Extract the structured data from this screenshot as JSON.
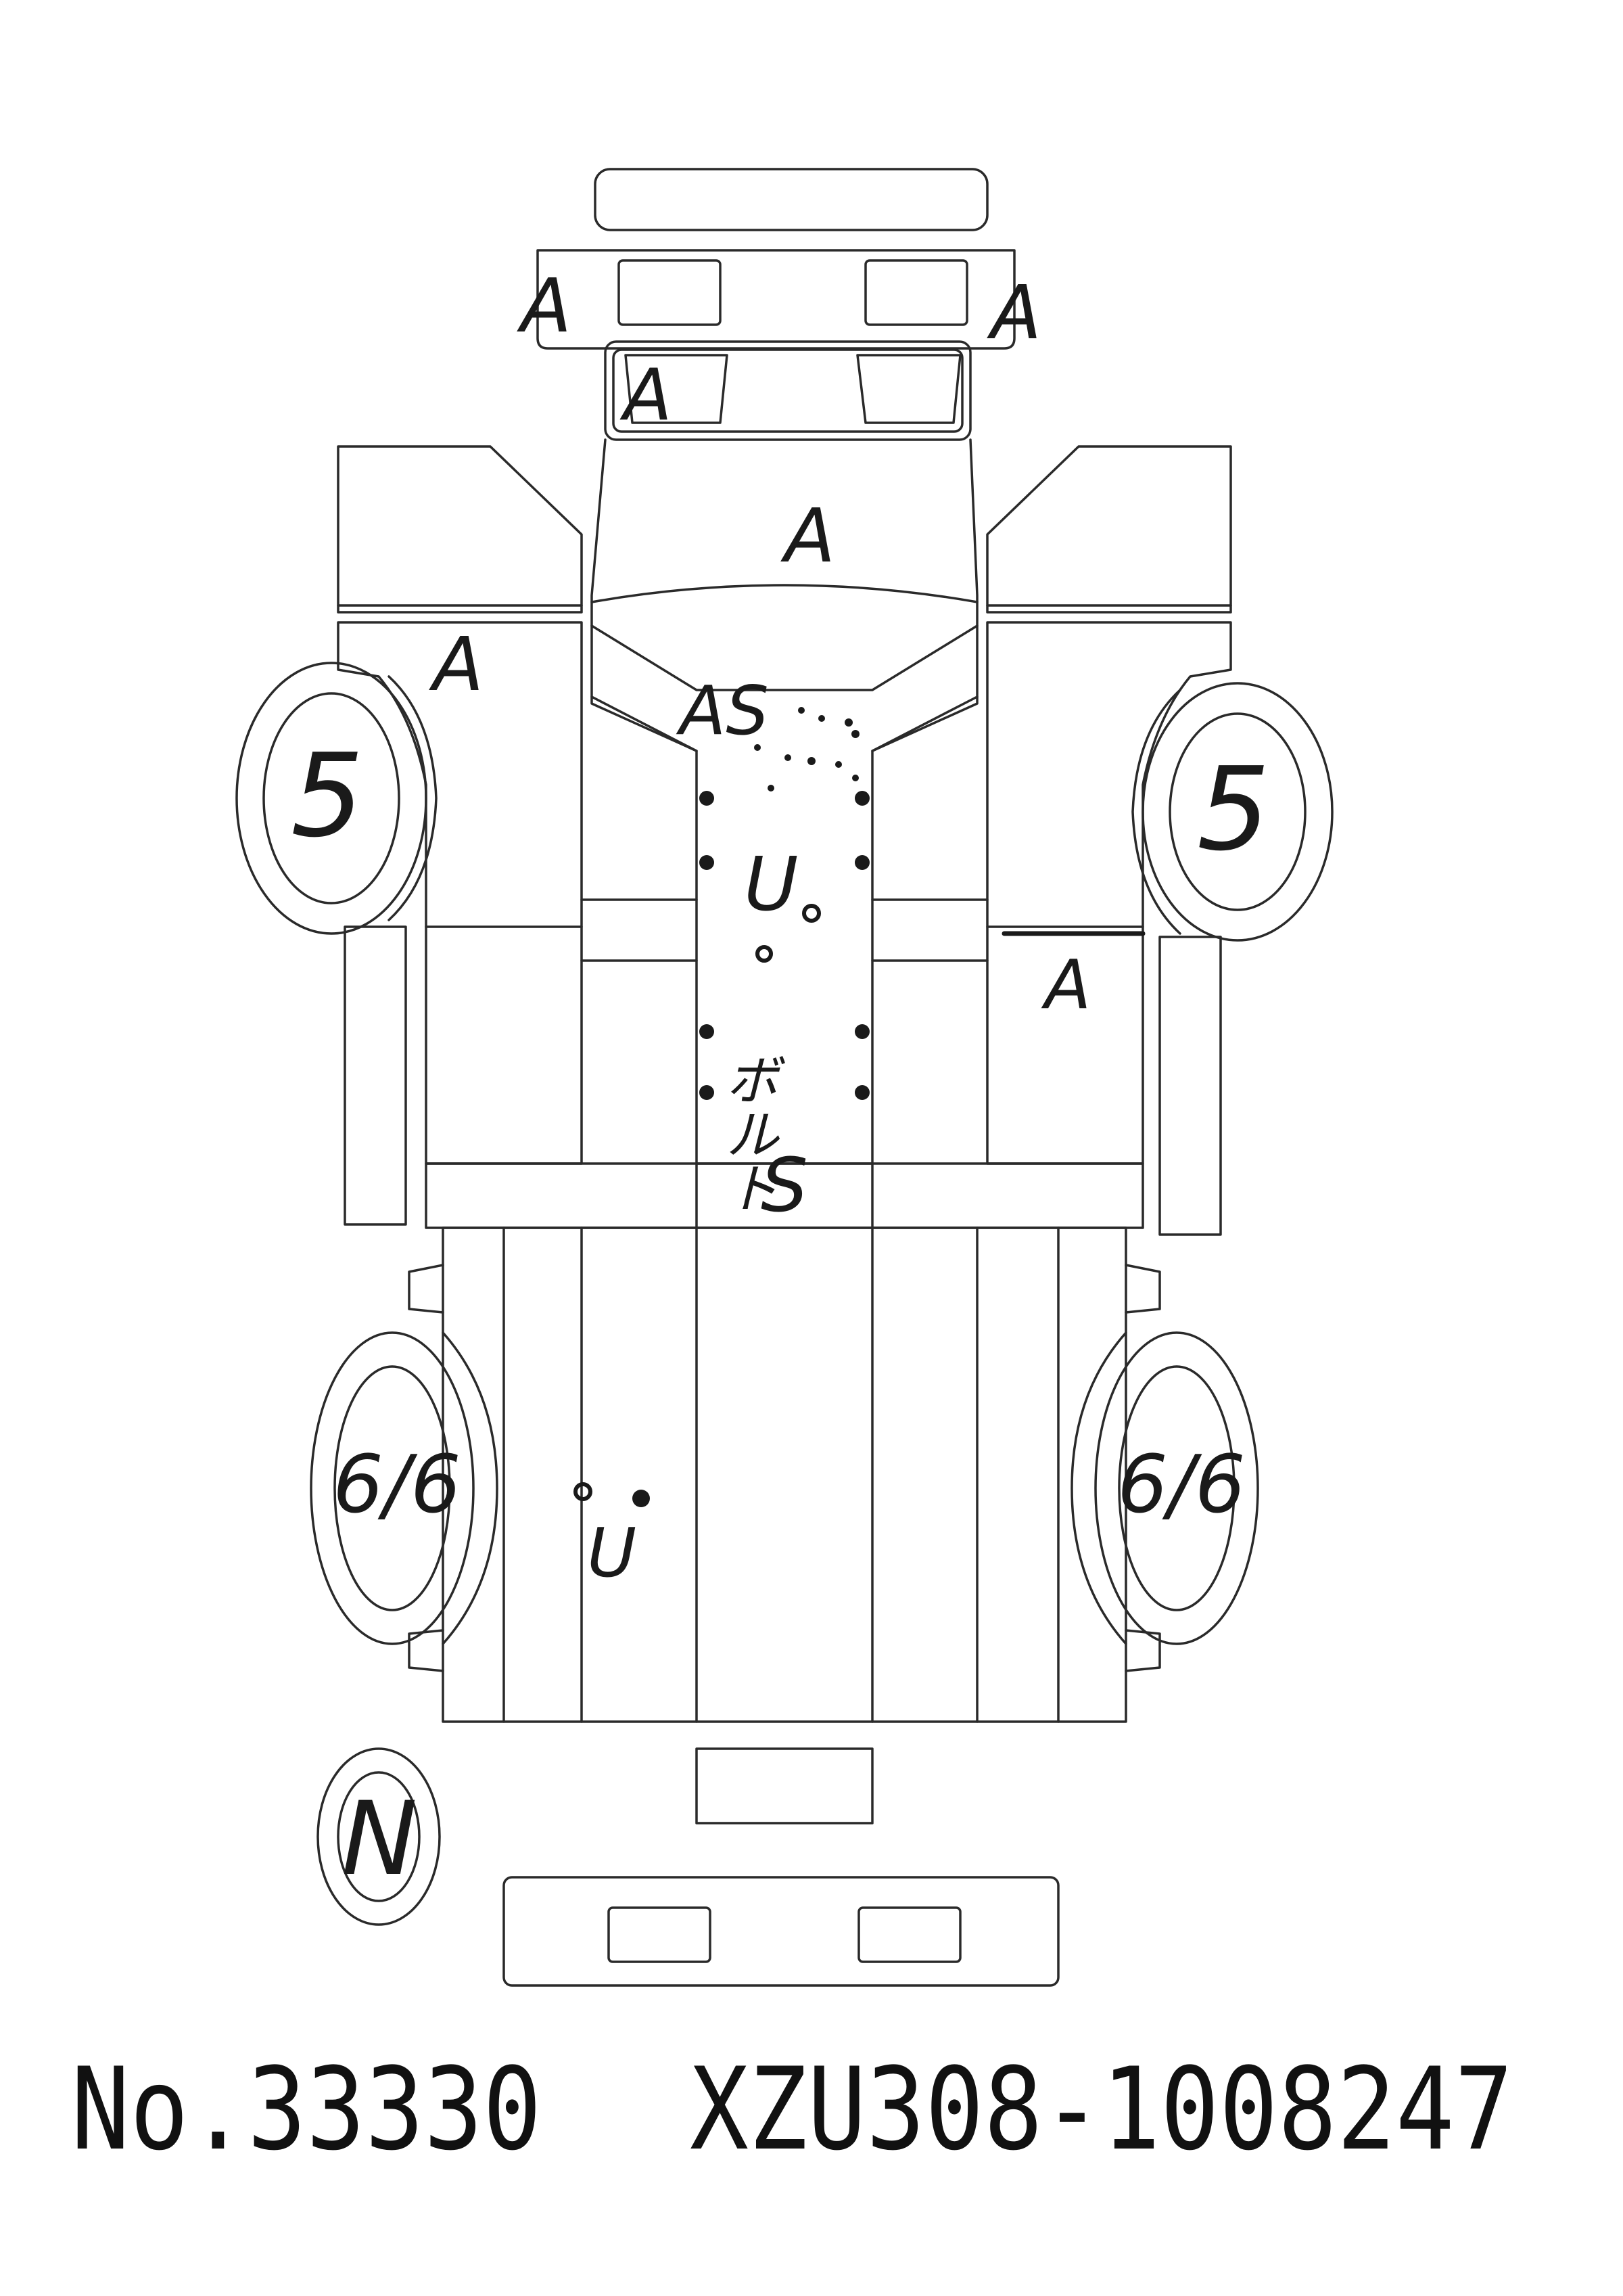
{
  "sheet": {
    "inspection_number": "No.33330",
    "chassis_number": "XZU308-1008247"
  },
  "annotations": {
    "grade_front_left": "A",
    "grade_front_right": "A",
    "grade_headlamp": "A",
    "grade_windshield": "A",
    "grade_left_door": "A",
    "grade_as": "AS",
    "grade_right_step": "A",
    "tire_front_left": "5",
    "tire_front_right": "5",
    "tire_rear_left": "6/6",
    "tire_rear_right": "6/6",
    "spare_tire": "N",
    "frame_u": "U",
    "frame_bolt": "ボルト",
    "frame_s": "S",
    "deck_u": "U"
  },
  "colors": {
    "ink": "#1a1a1a",
    "paper": "#ffffff"
  }
}
